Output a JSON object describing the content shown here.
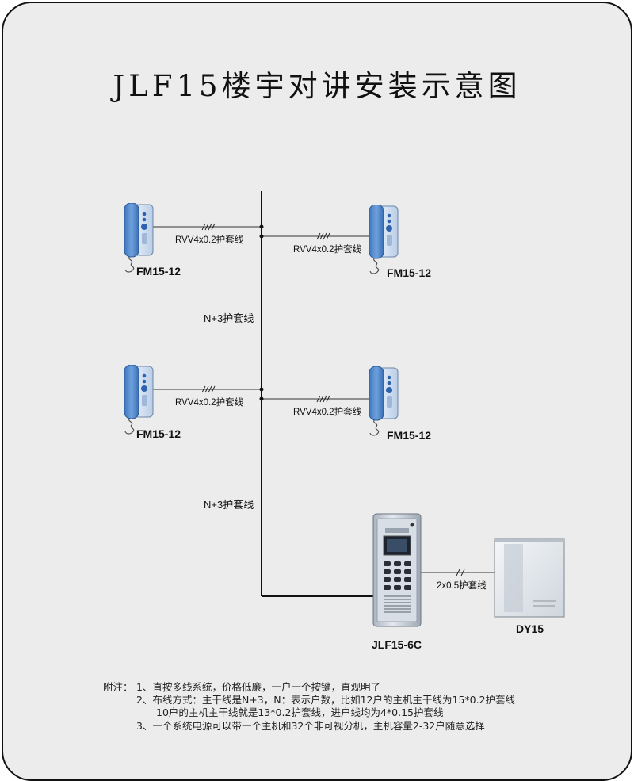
{
  "title": "JLF15楼宇对讲安装示意图",
  "handsets": [
    {
      "model": "FM15-12",
      "cable": "RVV4x0.2护套线"
    },
    {
      "model": "FM15-12",
      "cable": "RVV4x0.2护套线"
    },
    {
      "model": "FM15-12",
      "cable": "RVV4x0.2护套线"
    },
    {
      "model": "FM15-12",
      "cable": "RVV4x0.2护套线"
    }
  ],
  "trunk_labels": [
    "N+3护套线",
    "N+3护套线"
  ],
  "main_unit": {
    "model": "JLF15-6C"
  },
  "power_supply": {
    "model": "DY15",
    "cable": "2x0.5护套线"
  },
  "notes": {
    "prefix": "附注：",
    "items": [
      "1、直按多线系统，价格低廉，一户一个按键，直观明了",
      "2、布线方式：主干线是N+3，N：表示户数，比如12户的主机主干线为15*0.2护套线",
      "10户的主机主干线就是13*0.2护套线，进户线均为4*0.15护套线",
      "3、一个系统电源可以带一个主机和32个非可视分机，主机容量2-32户随意选择"
    ]
  },
  "colors": {
    "handset_blue": "#4f86cc",
    "handset_light": "#d4e3f4",
    "panel_silver": "#c9d2dc",
    "line": "#111111"
  }
}
